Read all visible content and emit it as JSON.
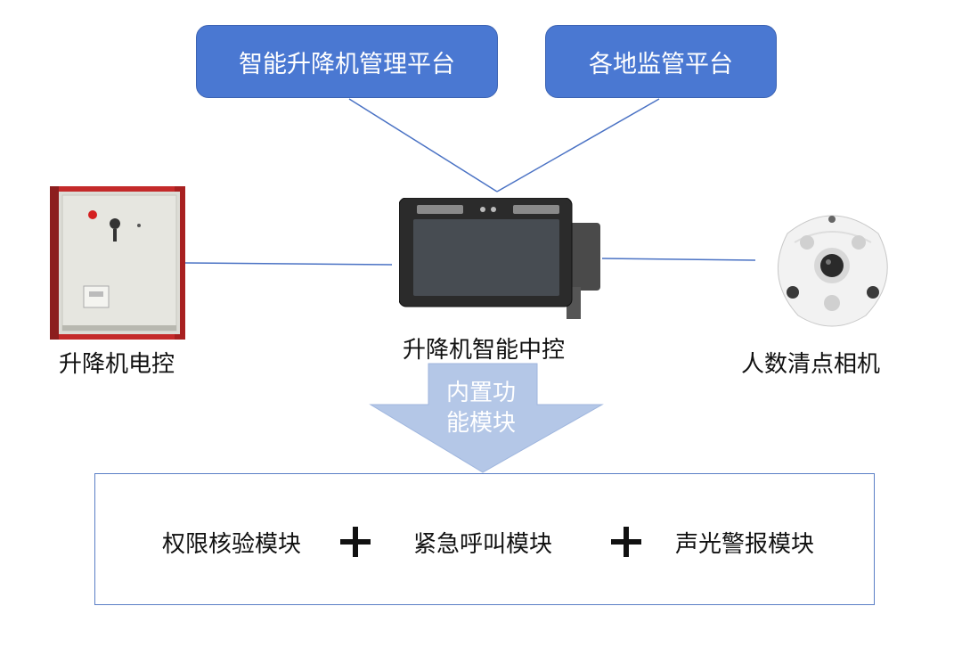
{
  "platforms": {
    "smart_elevator": "智能升降机管理平台",
    "regional_supervision": "各地监管平台"
  },
  "devices": {
    "electric_control": "升降机电控",
    "central_control": "升降机智能中控",
    "people_counting_camera": "人数清点相机"
  },
  "arrow": {
    "line1": "内置功",
    "line2": "能模块"
  },
  "modules": {
    "permission_check": "权限核验模块",
    "emergency_call": "紧急呼叫模块",
    "audio_visual_alarm": "声光警报模块"
  },
  "colors": {
    "platform_fill": "#4a78d2",
    "connector_line": "#4a72c4",
    "arrow_fill": "#b4c7e7",
    "box_border": "#5b7fc6"
  }
}
